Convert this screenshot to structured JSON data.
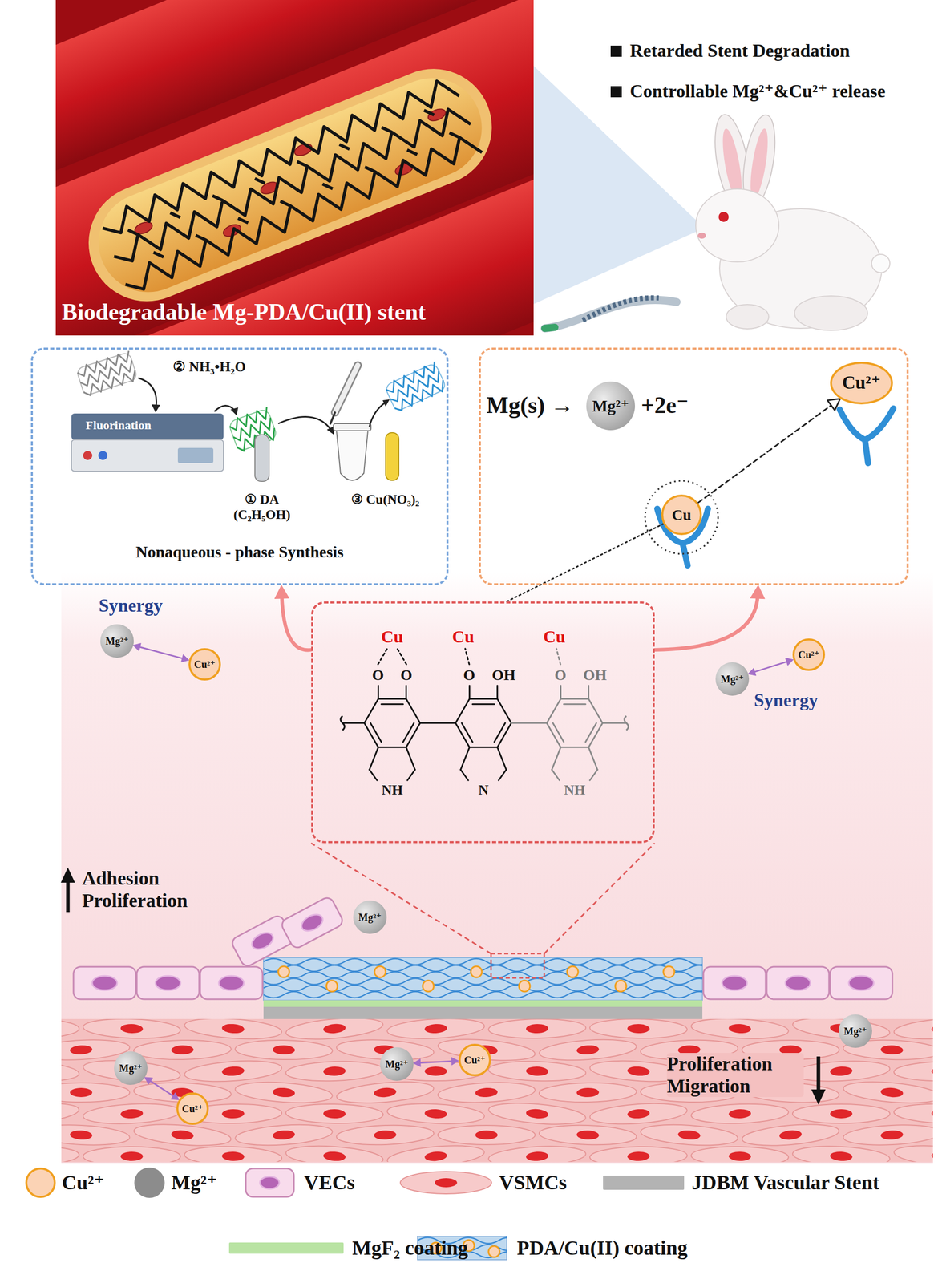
{
  "diagram": {
    "nodes": [
      {
        "text": [
          "② NH₃•H₂O",
          "Fluorination",
          "① DA (C₂H₅OH)",
          "③ Cu(NO₃)₂",
          "Nonaqueous - phase Synthesis"
        ]
      },
      {
        "text": [
          "Mg(s) →",
          "+2e⁻"
        ]
      },
      {
        "text": [
          "Mg²⁺"
        ],
        "in": 1
      },
      {
        "text": [
          "Cu²⁺"
        ],
        "in": 1
      },
      {
        "text": [
          "Cu"
        ],
        "in": 1
      },
      {
        "text": [
          "Cu",
          "Cu",
          "Cu",
          "O",
          "O",
          "O",
          "OH",
          "O",
          "OH",
          "NH",
          "N",
          "NH"
        ]
      },
      {
        "text": [
          "Mg²⁺"
        ]
      },
      {
        "text": [
          "Cu²⁺"
        ]
      },
      {
        "text": [
          "Mg²⁺"
        ]
      },
      {
        "text": [
          "Cu²⁺"
        ]
      },
      {
        "text": [
          "Mg²⁺"
        ]
      },
      {
        "text": [
          "Mg²⁺"
        ]
      },
      {
        "text": [
          "Cu²⁺"
        ]
      },
      {
        "text": [
          "Mg²⁺"
        ]
      },
      {
        "text": [
          "Cu²⁺"
        ]
      },
      {
        "text": [
          "Mg²⁺"
        ]
      }
    ],
    "edges": [
      {
        "from": 5,
        "to": 0,
        "arrow": "to"
      },
      {
        "from": 5,
        "to": 1,
        "arrow": "to"
      },
      {
        "from": 4,
        "to": 3,
        "arrow": "to"
      },
      {
        "from": 5,
        "to": 4,
        "arrow": "none"
      },
      {
        "from": 6,
        "to": 7,
        "arrow": "both"
      },
      {
        "from": 8,
        "to": 9,
        "arrow": "both"
      },
      {
        "from": 11,
        "to": 12,
        "arrow": "both"
      },
      {
        "from": 13,
        "to": 14,
        "arrow": "both"
      }
    ],
    "labels": [
      "Retarded Stent Degradation",
      "Controllable Mg²⁺&Cu²⁺ release",
      "Biodegradable Mg-PDA/Cu(II) stent",
      "Synergy",
      "Synergy",
      "Adhesion Proliferation",
      "Proliferation Migration"
    ],
    "legend": [
      {
        "text": "Cu²⁺",
        "color": "#fbd3b5"
      },
      {
        "text": "Mg²⁺",
        "color": "#8c8c8c"
      },
      {
        "text": "VECs"
      },
      {
        "text": "VSMCs"
      },
      {
        "text": "JDBM Vascular Stent",
        "color": "#b3b3b3"
      },
      {
        "text": "MgF₂ coating",
        "color": "#b9e3a3"
      },
      {
        "text": "PDA/Cu(II) coating"
      }
    ]
  }
}
